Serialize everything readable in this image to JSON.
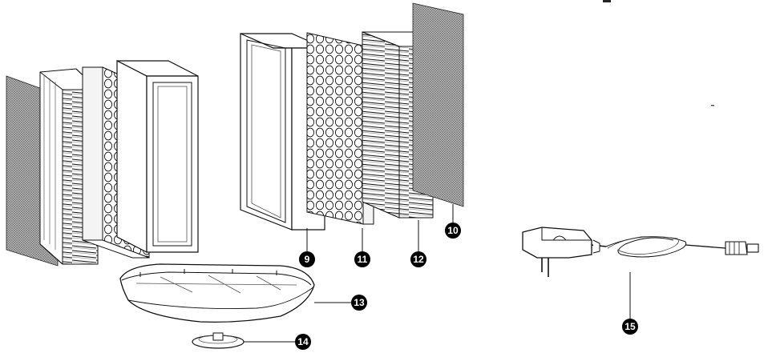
{
  "figure": {
    "background": "#ffffff",
    "stroke_color": "#111111",
    "callout_fill": "#000000",
    "callout_text_color": "#ffffff"
  },
  "callouts": [
    {
      "id": "9",
      "label": "9",
      "part": "left-housing"
    },
    {
      "id": "10",
      "label": "10",
      "part": "right-mesh-screen"
    },
    {
      "id": "11",
      "label": "11",
      "part": "honeycomb-filter"
    },
    {
      "id": "12",
      "label": "12",
      "part": "pleated-filter"
    },
    {
      "id": "13",
      "label": "13",
      "part": "base-tray"
    },
    {
      "id": "14",
      "label": "14",
      "part": "small-part"
    },
    {
      "id": "15",
      "label": "15",
      "part": "power-adapter"
    }
  ]
}
